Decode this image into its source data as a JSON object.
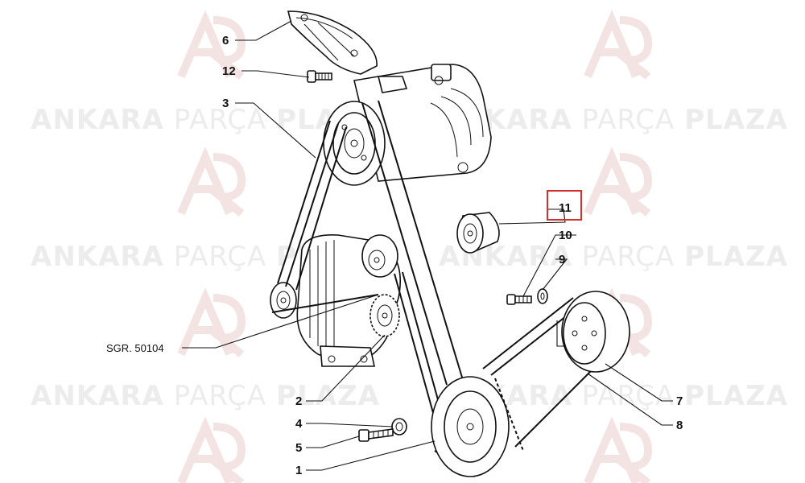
{
  "watermark": {
    "brand_a": "ANKARA",
    "brand_b": "PARÇA",
    "brand_c": "PLAZA"
  },
  "labels": {
    "part_1": "1",
    "part_2": "2",
    "part_3": "3",
    "part_4": "4",
    "part_5": "5",
    "part_6": "6",
    "part_7": "7",
    "part_8": "8",
    "part_9": "9",
    "part_10": "10",
    "part_11": "11",
    "part_12": "12",
    "group_ref": "SGR. 50104"
  },
  "highlight": {
    "part": "11",
    "color": "#d32f2f"
  }
}
